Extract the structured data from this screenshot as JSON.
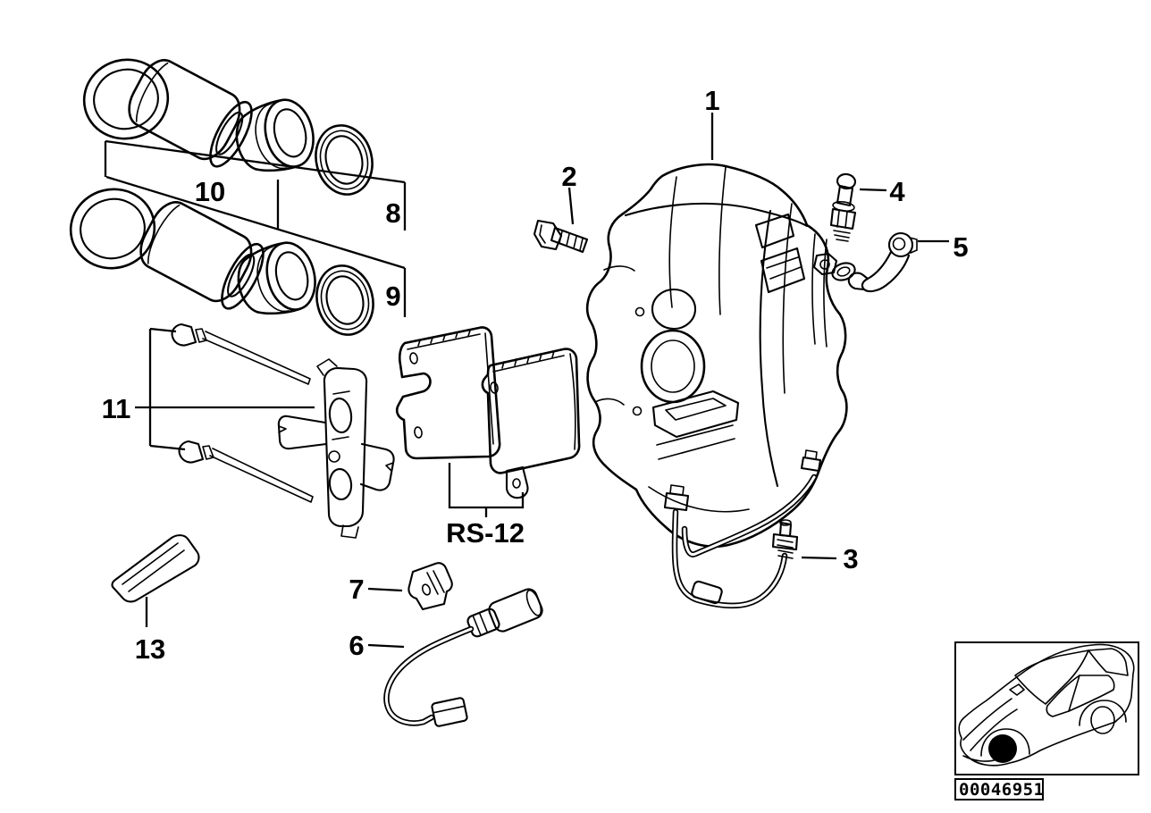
{
  "diagram": {
    "title_context": "brake caliper exploded parts diagram",
    "labels": {
      "part1": "1",
      "part2": "2",
      "part3": "3",
      "part4": "4",
      "part5": "5",
      "part6": "6",
      "part7": "7",
      "part8": "8",
      "part9": "9",
      "part10": "10",
      "part11": "11",
      "part13": "13",
      "pad_kit": "RS-12",
      "image_number": "00046951"
    },
    "colors": {
      "line": "#000000",
      "background": "#ffffff"
    }
  }
}
